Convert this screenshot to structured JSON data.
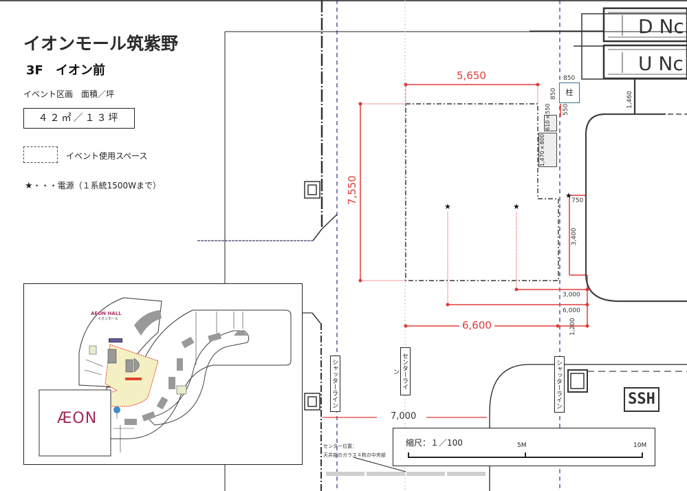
{
  "header": {
    "title": "イオンモール筑紫野",
    "subtitle": "3F　イオン前",
    "area_label": "イベント区画　面積／坪",
    "area_value": "４２㎡／１３坪"
  },
  "legend": {
    "event_space_label": "イベント使用スペース",
    "power_star": "★",
    "power_label": "・・・電源（１系統1500Wまで）"
  },
  "minimap": {
    "hall_label": "AEON HALL",
    "hall_sublabel": "イオンホール",
    "anchor_logo": "ÆON",
    "colors": {
      "event_zone_fill": "#f5f0c4",
      "event_zone_border": "#e2452b",
      "brand": "#a2285b",
      "pin": "#3a8fc8"
    }
  },
  "plan": {
    "dimensions": {
      "width_top": "5,650",
      "height_left": "7,550",
      "width_bottom": "6,600",
      "bottom_span": "7,000",
      "pillar_top": "850",
      "pillar_side": "850",
      "pillar_gap": "550",
      "wall_1460": "1,460",
      "equip_small": "610×550",
      "equip_large": "1,470×800",
      "star_offset": "750",
      "star_drop": "3,400",
      "dist_3000": "3,000",
      "dist_6000": "6,000",
      "dist_1200": "1,200"
    },
    "labels": {
      "shutter_line_left": "シャッターライン",
      "center_line": "センターライン",
      "shutter_line_right": "シャッターライン",
      "pillar": "柱",
      "ssh": "SSH",
      "escalator_down": "D Nc",
      "escalator_up": "U Nc"
    },
    "center_note": {
      "line1": "センター位置：",
      "line2": "天井部のガラス４枚の中央部"
    },
    "scale": {
      "title": "縮尺：１／100",
      "mark_5": "5M",
      "mark_10": "10M"
    },
    "colors": {
      "dimension": "#e23a3a",
      "shutter_line": "#2d2f7a",
      "pillar_border": "#3d6f85"
    }
  }
}
